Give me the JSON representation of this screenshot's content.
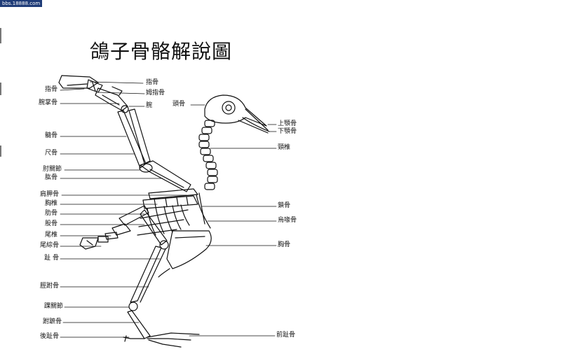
{
  "watermark": "bbs.18888.com",
  "title": "鴿子骨骼解說圖",
  "labels_left": [
    {
      "id": "zhigu-l",
      "text": "指骨"
    },
    {
      "id": "wanzhang",
      "text": "腕掌骨"
    },
    {
      "id": "suigu",
      "text": "髓骨"
    },
    {
      "id": "chigu",
      "text": "尺骨"
    },
    {
      "id": "zhouguanjie",
      "text": "肘關節"
    },
    {
      "id": "gonggu",
      "text": "肱骨"
    },
    {
      "id": "jianjia",
      "text": "肩胛骨"
    },
    {
      "id": "xiongzhui",
      "text": "胸椎"
    },
    {
      "id": "leigu",
      "text": "肋骨"
    },
    {
      "id": "gugu",
      "text": "股骨"
    },
    {
      "id": "weizhui",
      "text": "尾椎"
    },
    {
      "id": "weizong",
      "text": "尾綜骨"
    },
    {
      "id": "zhigu-toe",
      "text": "趾 骨"
    },
    {
      "id": "jingjia",
      "text": "脛跗骨"
    },
    {
      "id": "huaiguanjie",
      "text": "踝關節"
    },
    {
      "id": "fuzhi",
      "text": "跗蹠骨"
    },
    {
      "id": "houzhi",
      "text": "後趾骨"
    }
  ],
  "labels_top": [
    {
      "id": "zhigu-top",
      "text": "指骨"
    },
    {
      "id": "muzhi",
      "text": "姆指骨"
    },
    {
      "id": "wan",
      "text": "腕"
    },
    {
      "id": "tougu",
      "text": "頭骨"
    }
  ],
  "labels_right": [
    {
      "id": "shangegu",
      "text": "上顎骨"
    },
    {
      "id": "xiaegu",
      "text": "下顎骨"
    },
    {
      "id": "jingzhui",
      "text": "頸椎"
    },
    {
      "id": "suogu",
      "text": "鎖骨"
    },
    {
      "id": "wuhuigu",
      "text": "烏喙骨"
    },
    {
      "id": "xionggu",
      "text": "胸骨"
    },
    {
      "id": "qianzhi",
      "text": "前趾骨"
    }
  ]
}
